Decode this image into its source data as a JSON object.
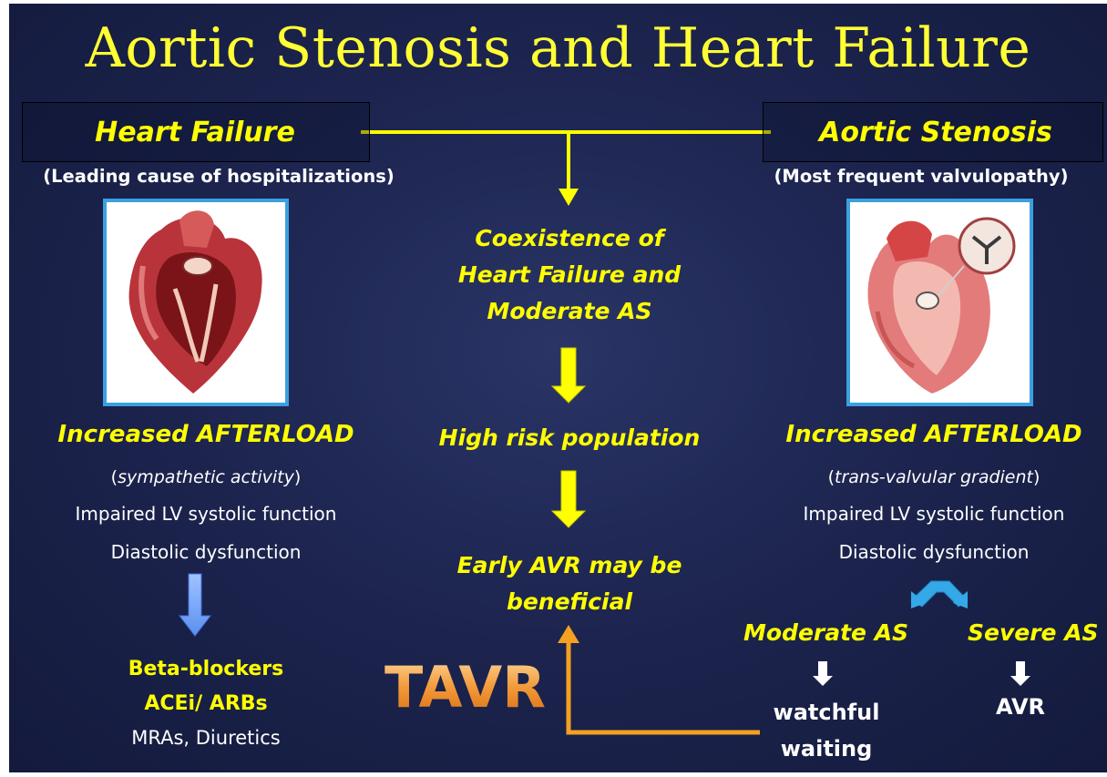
{
  "title": "Aortic Stenosis and Heart Failure",
  "colors": {
    "accent_yellow": "#ffff00",
    "frame_blue": "#3aa0e0",
    "tavr_orange": "#f29a38",
    "background": "#1d2550"
  },
  "left": {
    "heading": "Heart Failure",
    "subheading": "(Leading cause of hospitalizations)",
    "image_icon": "heart-failure-illustration",
    "afterload": "Increased AFTERLOAD",
    "cause_open": "(",
    "cause": "sympathetic activity",
    "cause_close": ")",
    "line1": "Impaired LV systolic function",
    "line2": "Diastolic dysfunction",
    "treatments": [
      "Beta-blockers",
      "ACEi/ ARBs"
    ],
    "treatment_other": "MRAs, Diuretics"
  },
  "right": {
    "heading": "Aortic Stenosis",
    "subheading": "(Most frequent valvulopathy)",
    "image_icon": "aortic-stenosis-illustration",
    "afterload": "Increased AFTERLOAD",
    "cause_open": "(",
    "cause": "trans-valvular gradient",
    "cause_close": ")",
    "line1": "Impaired LV systolic function",
    "line2": "Diastolic dysfunction",
    "moderate": "Moderate AS",
    "severe": "Severe AS",
    "moderate_outcome": [
      "watchful",
      "waiting"
    ],
    "severe_outcome": "AVR"
  },
  "center": {
    "coexistence": [
      "Coexistence of",
      "Heart Failure and",
      "Moderate AS"
    ],
    "risk": "High risk population",
    "early": [
      "Early AVR may be",
      "beneficial"
    ],
    "tavr": "TAVR"
  }
}
